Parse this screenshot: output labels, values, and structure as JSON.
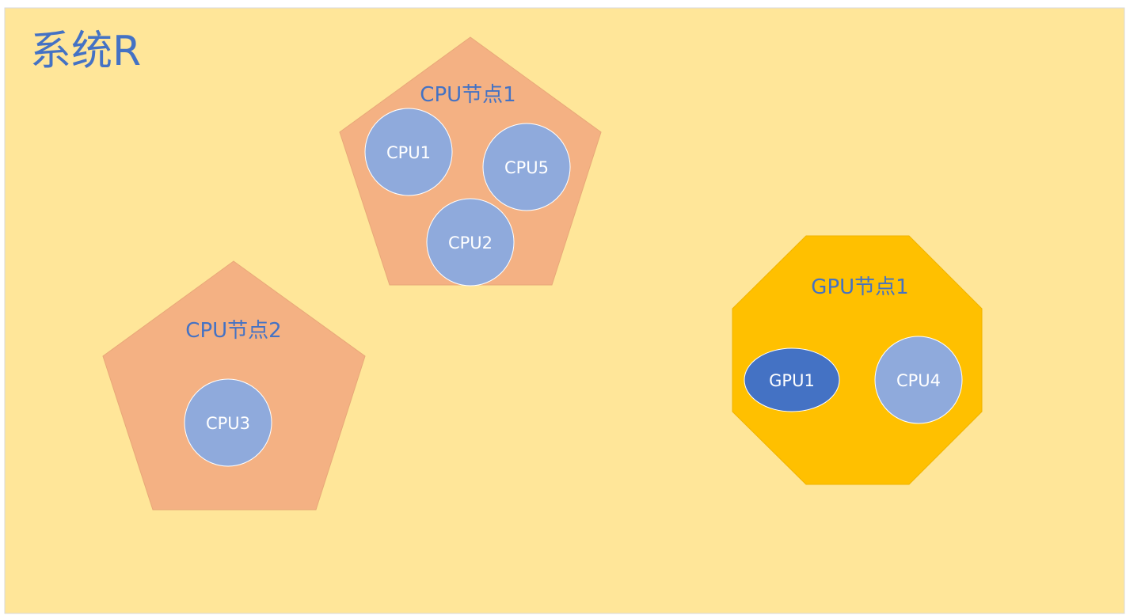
{
  "title": "系统R",
  "colors": {
    "panel": "#FFE699",
    "cpu_node": "#F4B183",
    "gpu_node": "#FFC000",
    "cpu_unit": "#8FAADC",
    "gpu_unit": "#4472C4",
    "text_blue": "#4472C4",
    "unit_text": "#FFFFFF"
  },
  "nodes": [
    {
      "label": "CPU节点1",
      "shape": "pentagon",
      "units": [
        "CPU1",
        "CPU5",
        "CPU2"
      ]
    },
    {
      "label": "CPU节点2",
      "shape": "pentagon",
      "units": [
        "CPU3"
      ]
    },
    {
      "label": "GPU节点1",
      "shape": "octagon",
      "units": [
        "GPU1",
        "CPU4"
      ]
    }
  ]
}
